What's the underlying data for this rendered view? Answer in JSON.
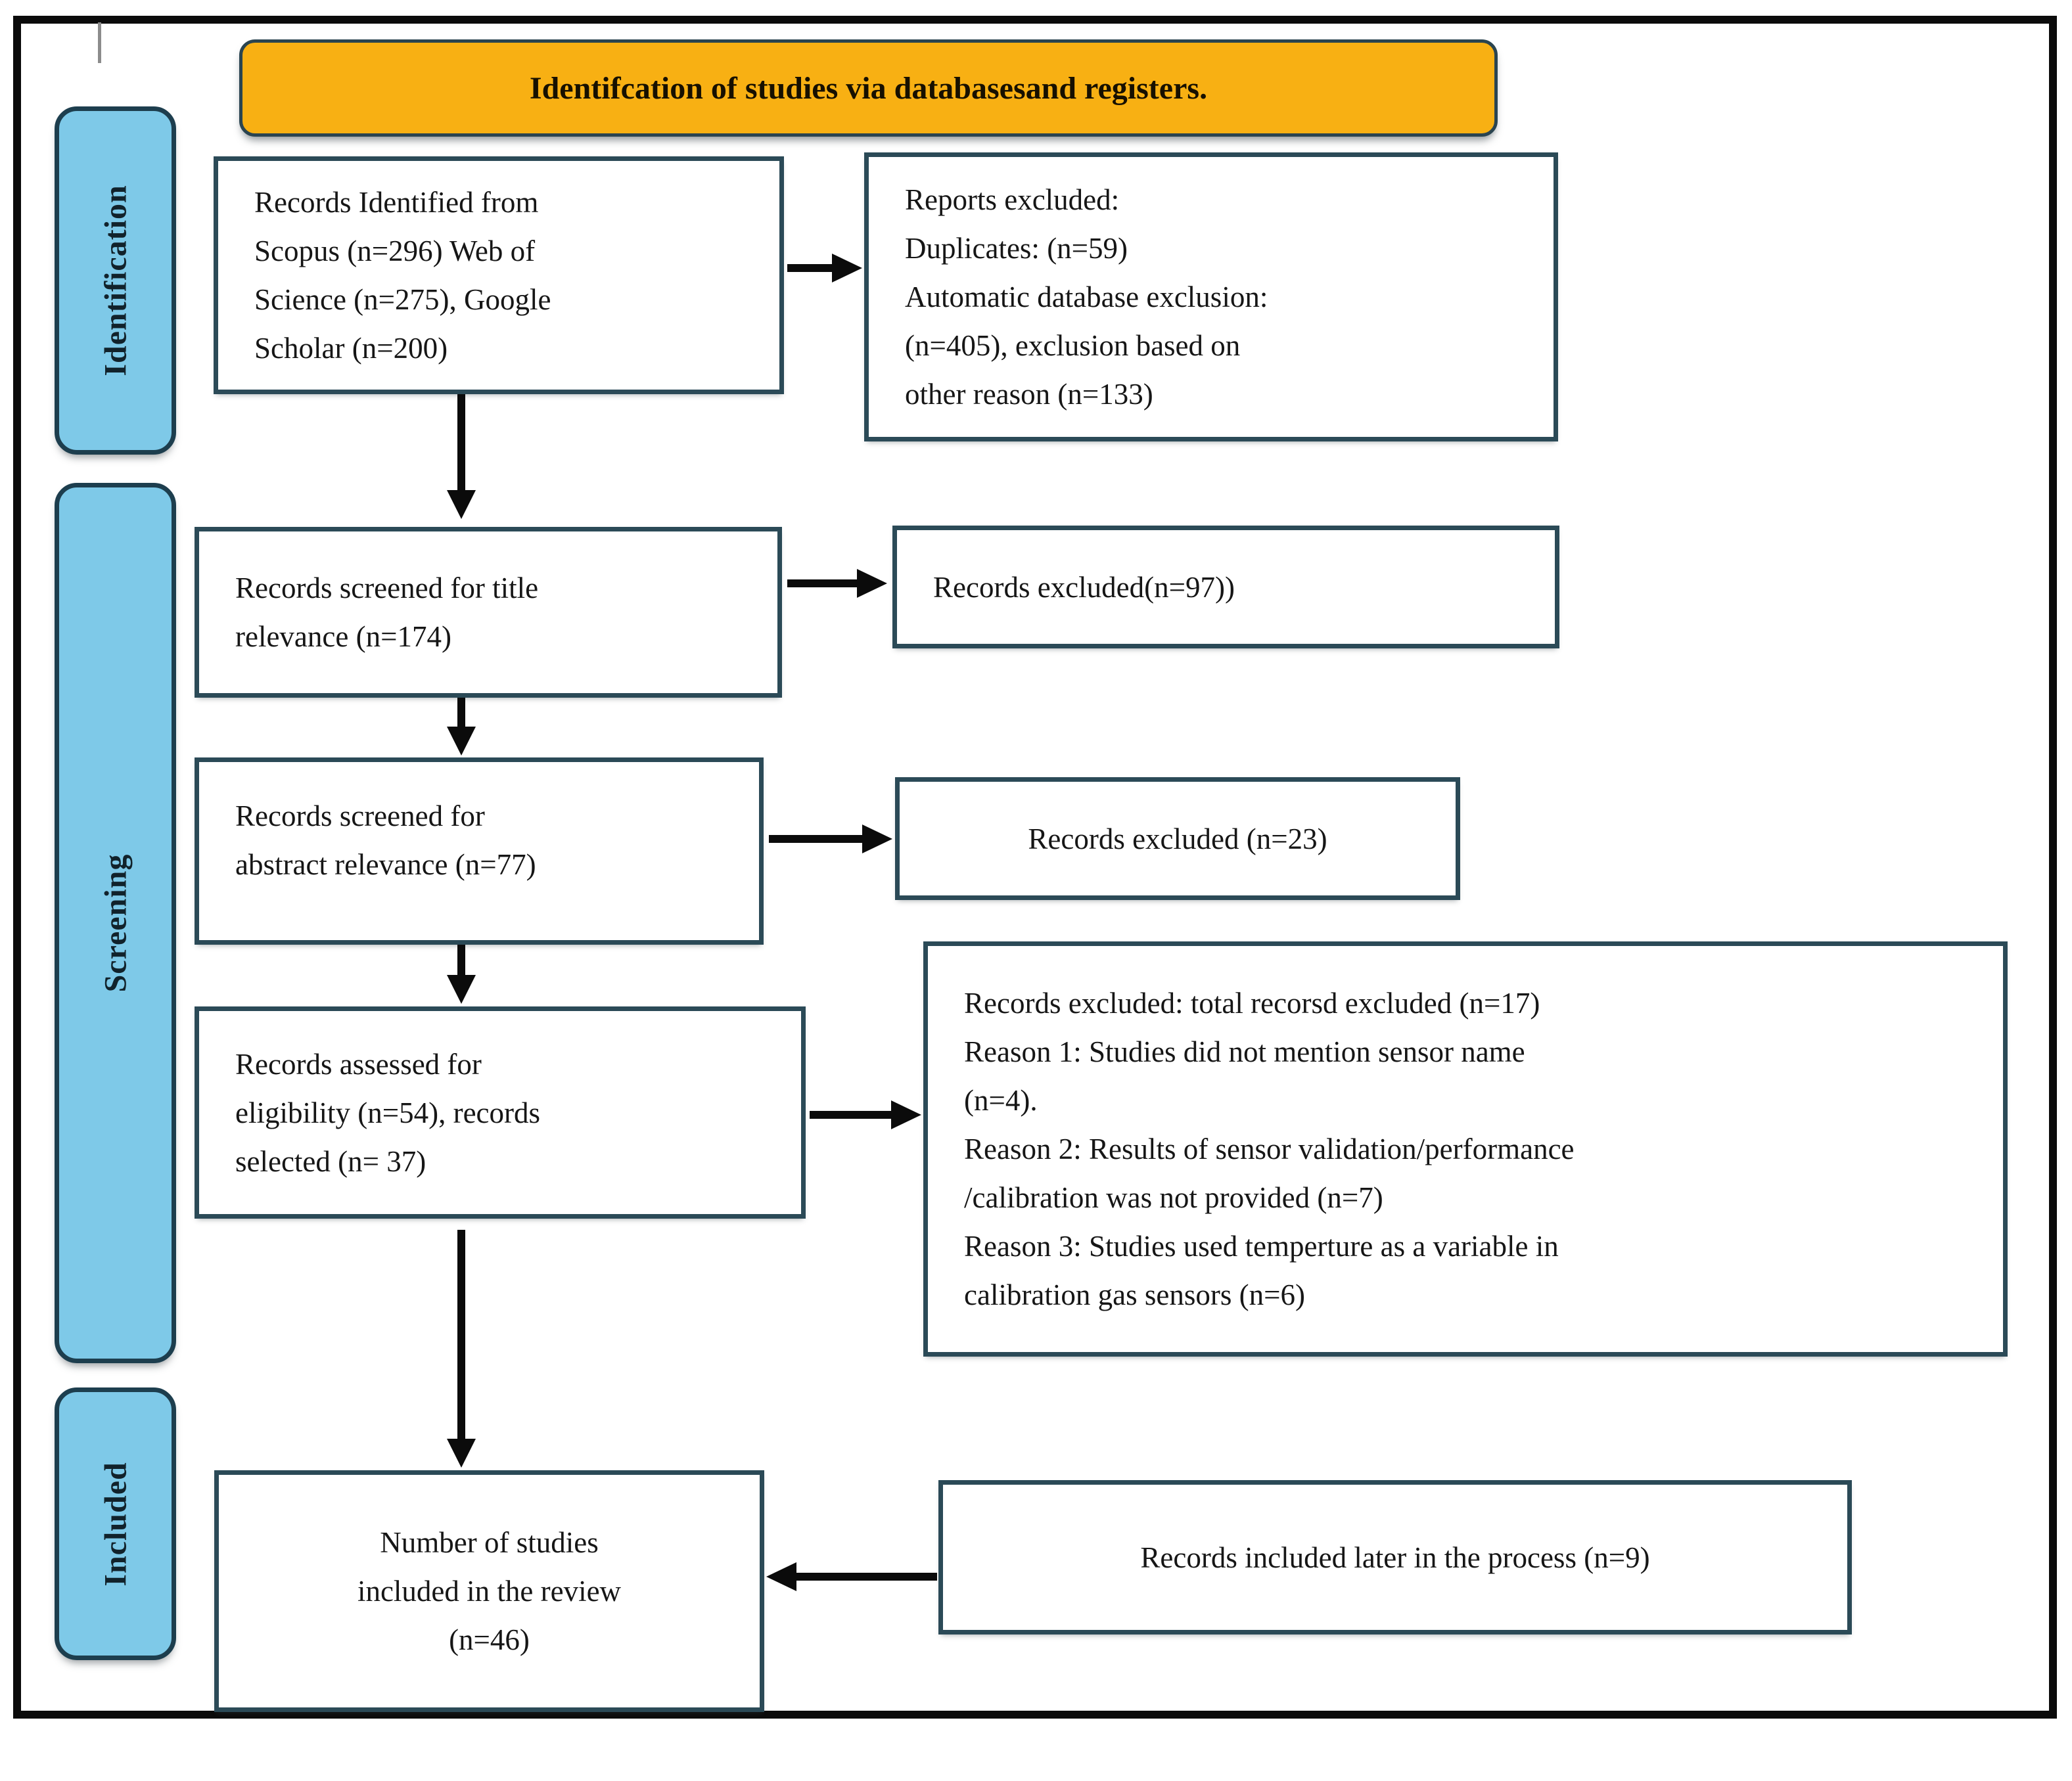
{
  "figure": {
    "header": "Identifcation of studies via databasesand registers.",
    "stages": {
      "identification": "Identification",
      "screening": "Screening",
      "included": "Included"
    },
    "boxes": {
      "records_identified": "Records Identified from\nScopus (n=296) Web of\nScience (n=275), Google\nScholar (n=200)",
      "reports_excluded": "Reports excluded:\nDuplicates: (n=59)\nAutomatic database exclusion:\n(n=405), exclusion based on\nother reason (n=133)",
      "title_screened": "Records screened for title\nrelevance (n=174)",
      "excluded_title": "Records excluded(n=97))",
      "abstract_screened": "Records screened for\nabstract relevance (n=77)",
      "excluded_abstract": "Records excluded (n=23)",
      "eligibility": "Records assessed for\neligibility (n=54), records\nselected (n= 37)",
      "exclusion_reasons": "Records excluded: total recorsd excluded (n=17)\nReason 1: Studies did not mention sensor name\n(n=4).\nReason 2: Results of sensor validation/performance\n/calibration was not provided (n=7)\nReason 3: Studies used temperture as a variable in\ncalibration gas sensors (n=6)",
      "included_review": "Number of studies\nincluded in the review\n(n=46)",
      "included_later": "Records included later in the process (n=9)"
    },
    "colors": {
      "header_fill": "#F8B013",
      "stage_fill": "#7EC9E8",
      "stage_border": "#1D3E4E",
      "box_border": "#2B4A57",
      "arrow": "#0B0B0B"
    }
  }
}
